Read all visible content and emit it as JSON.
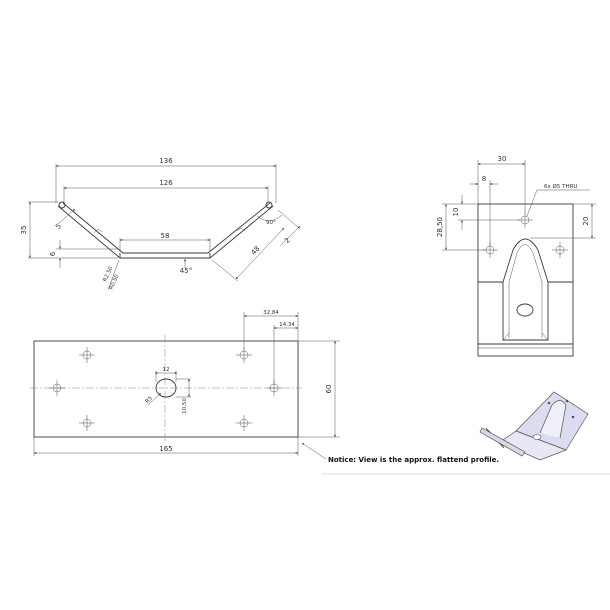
{
  "drawing": {
    "side_view": {
      "overall_width": "136",
      "inner_width": "126",
      "bottom_flat": "58",
      "height": "35",
      "base_thickness_offset": "6",
      "flange": "5",
      "slope_length": "48",
      "thickness": "2",
      "bend_angle": "90°",
      "bottom_angle": "45°",
      "radius_1": "R2.50",
      "radius_2": "R0.50"
    },
    "front_view": {
      "width": "30",
      "hole_offset": "8",
      "top_offset": "10",
      "hole_vertical": "28,50",
      "right_vertical": "20",
      "hole_callout": "6x  Ø5 THRU"
    },
    "flat_pattern": {
      "length": "165",
      "width": "60",
      "slot_width": "12",
      "slot_height": "10,50",
      "slot_radius": "R5",
      "ref_dim_1": "32,84",
      "ref_dim_2": "14,34"
    },
    "notice": "Notice: View is the approx. flattend profile."
  }
}
